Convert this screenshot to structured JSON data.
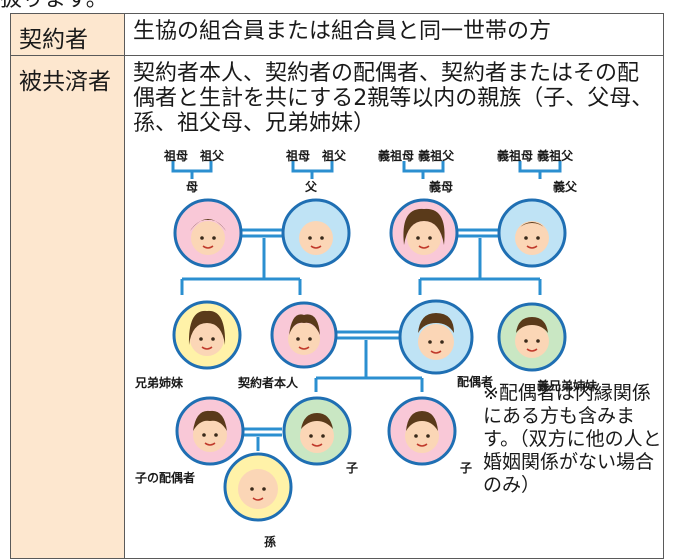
{
  "page": {
    "top_fragment": "扱ります。"
  },
  "table": {
    "rows": [
      {
        "label": "契約者",
        "value": "生協の組合員または組合員と同一世帯の方"
      },
      {
        "label": "被共済者",
        "value": "契約者本人、契約者の配偶者、契約者またはその配偶者と生計を共にする2親等以内の親族（子、父母、孫、祖父母、兄弟姉妹）"
      }
    ]
  },
  "diagram": {
    "grandparents": [
      {
        "text": "祖母　祖父"
      },
      {
        "text": "祖母　祖父"
      },
      {
        "text": "義祖母 義祖父"
      },
      {
        "text": "義祖母 義祖父"
      }
    ],
    "labels": {
      "mother": "母",
      "father": "父",
      "mother_in_law": "義母",
      "father_in_law": "義父",
      "siblings": "兄弟姉妹",
      "self": "契約者本人",
      "spouse": "配偶者",
      "siblings_in_law": "義兄弟姉妹",
      "child_spouse": "子の配偶者",
      "child1": "子",
      "child2": "子",
      "grandchild": "孫"
    },
    "note": "※配偶者は内縁関係にある方も含みます。（双方に他の人と婚姻関係がない場合のみ）",
    "colors": {
      "line": "#2b8fd0",
      "ring": "#1f6fb3",
      "bg_pink": "#f9c8d7",
      "bg_blue": "#bfe3f5",
      "bg_yellow": "#fff2a8",
      "bg_green": "#c9e7c3",
      "skin": "#fbd6b6",
      "label_bg": "#fde7cf"
    }
  }
}
